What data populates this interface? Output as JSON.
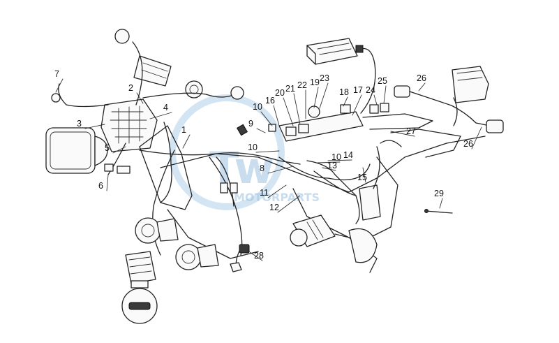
{
  "watermark": {
    "brand": "Tw",
    "sub": "MOTORPARTS",
    "color": "#9ec3e2"
  },
  "callouts": [
    "1",
    "2",
    "3",
    "4",
    "5",
    "6",
    "7",
    "8",
    "9",
    "10",
    "10",
    "10",
    "11",
    "12",
    "13",
    "14",
    "15",
    "16",
    "17",
    "18",
    "19",
    "20",
    "21",
    "22",
    "23",
    "24",
    "25",
    "26",
    "26",
    "27",
    "28",
    "29"
  ],
  "line_color": "#222222"
}
